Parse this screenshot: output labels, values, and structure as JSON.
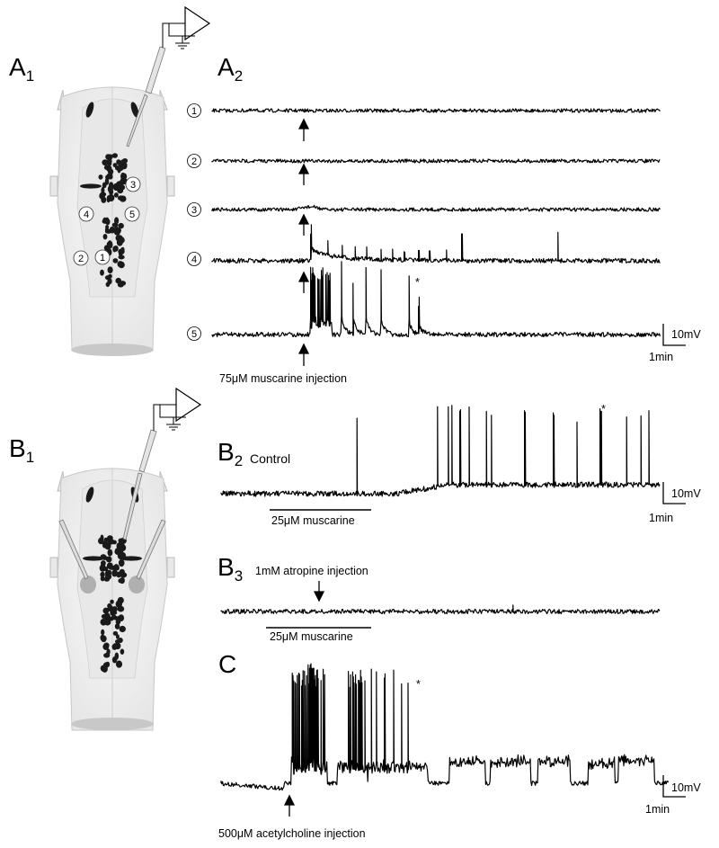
{
  "panels": {
    "a1": "A",
    "a1_sub": "1",
    "a2": "A",
    "a2_sub": "2",
    "b1": "B",
    "b1_sub": "1",
    "b2": "B",
    "b2_sub": "2",
    "b3": "B",
    "b3_sub": "3",
    "c": "C"
  },
  "brain_a_markers": [
    "1",
    "2",
    "3",
    "4",
    "5"
  ],
  "trace_a_numbers": [
    "1",
    "2",
    "3",
    "4",
    "5"
  ],
  "labels": {
    "a_injection": "75μM muscarine injection",
    "b2_condition": "Control",
    "b2_bath": "25μM muscarine",
    "b3_injection": "1mM atropine injection",
    "b3_bath": "25μM muscarine",
    "c_injection": "500μM acetylcholine injection"
  },
  "scale_bars": {
    "voltage": "10mV",
    "time": "1min"
  },
  "asterisk": "*",
  "colors": {
    "trace": "#000000",
    "brain_fill": "#f2f2f2",
    "brain_inner": "#e4e4e4",
    "neuron": "#1a1a1a"
  }
}
